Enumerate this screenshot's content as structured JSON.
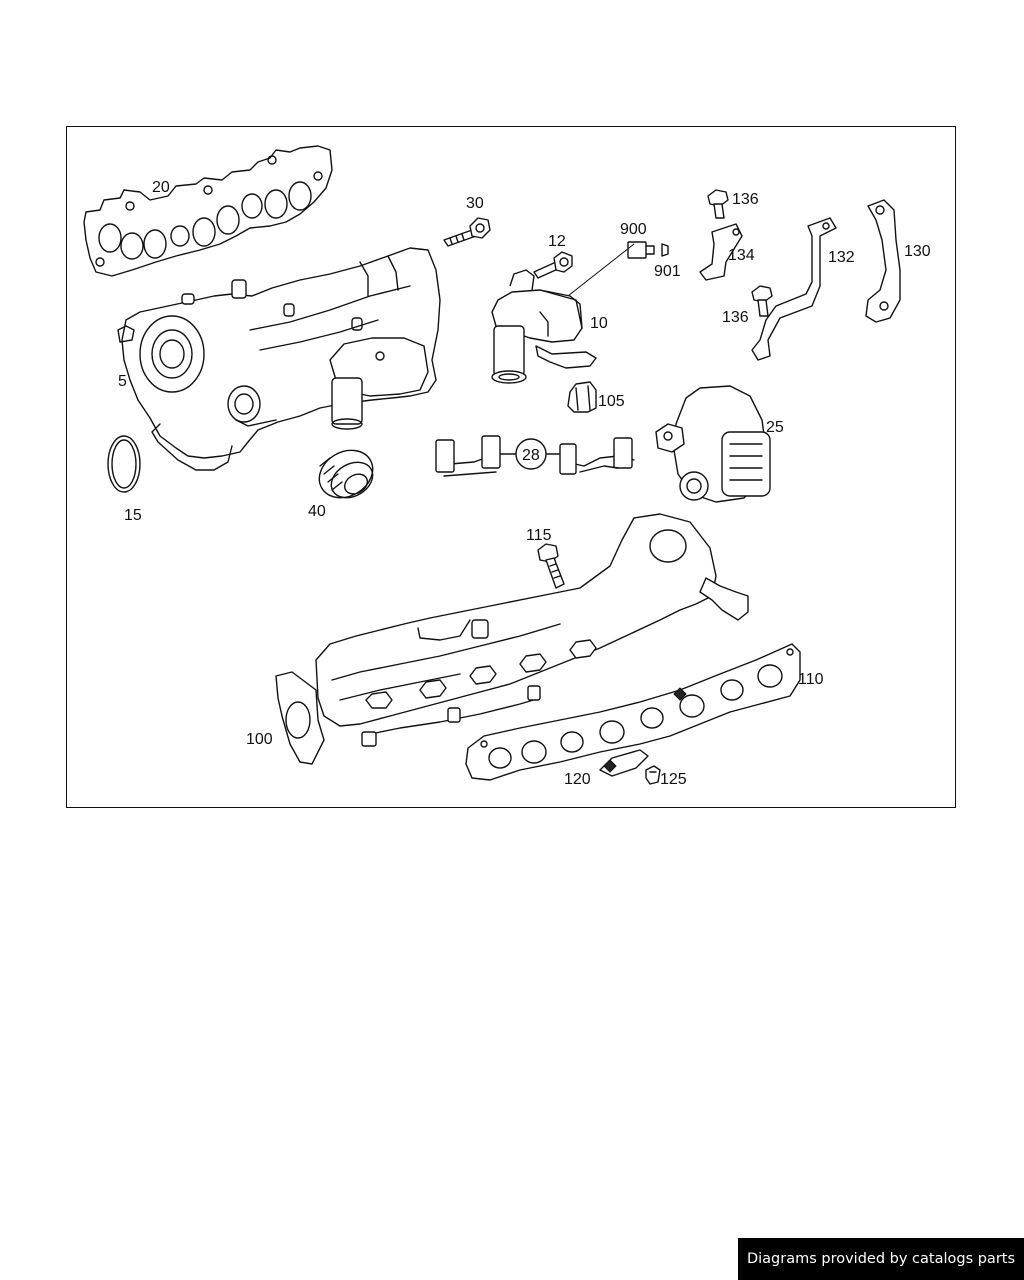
{
  "diagram": {
    "callouts": {
      "c20": "20",
      "c30": "30",
      "c900": "900",
      "c136a": "136",
      "c12": "12",
      "c901": "901",
      "c134": "134",
      "c132": "132",
      "c130": "130",
      "c136b": "136",
      "c10": "10",
      "c5": "5",
      "c105": "105",
      "c25": "25",
      "c28": "28",
      "c15": "15",
      "c40": "40",
      "c115": "115",
      "c110": "110",
      "c100": "100",
      "c120": "120",
      "c125": "125"
    }
  },
  "footer": {
    "credit": "Diagrams provided by catalogs parts"
  }
}
